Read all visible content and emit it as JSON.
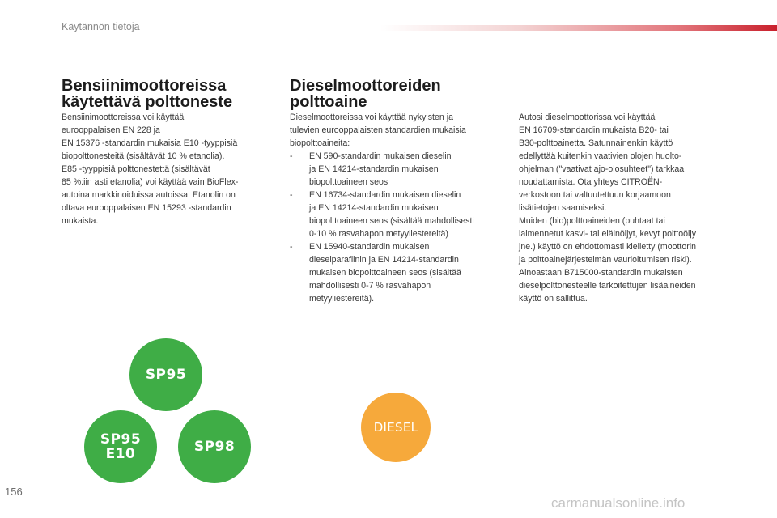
{
  "header": {
    "title": "Käytännön tietoja"
  },
  "petrol": {
    "heading": [
      "Bensiinimoottoreissa",
      "käytettävä polttoneste"
    ],
    "lines": [
      "Bensiinimoottoreissa voi käyttää",
      "eurooppalaisen EN 228 ja",
      "EN 15376 -standardin mukaisia E10 -tyyppisiä",
      "biopolttonesteitä (sisältävät 10 % etanolia).",
      "E85 -tyyppisiä polttonestettä (sisältävät",
      "85 %:iin asti etanolia) voi käyttää vain BioFlex-",
      "autoina markkinoiduissa autoissa. Etanolin on",
      "oltava eurooppalaisen EN 15293 -standardin",
      "mukaista."
    ]
  },
  "diesel": {
    "heading": [
      "Dieselmoottoreiden",
      "polttoaine"
    ],
    "intro": [
      "Dieselmoottoreissa voi käyttää nykyisten ja",
      "tulevien eurooppalaisten standardien mukaisia",
      "biopolttoaineita:"
    ],
    "dash": "-",
    "items": [
      [
        "EN 590-standardin mukaisen dieselin",
        "ja EN 14214-standardin mukaisen",
        "biopolttoaineen seos"
      ],
      [
        "EN 16734-standardin mukaisen dieselin",
        "ja EN 14214-standardin mukaisen",
        "biopolttoaineen seos (sisältää mahdollisesti",
        "0-10 % rasvahapon metyyliestereitä)"
      ],
      [
        "EN 15940-standardin mukaisen",
        "dieselparafiinin ja EN 14214-standardin",
        "mukaisen biopolttoaineen seos (sisältää",
        "mahdollisesti 0-7 % rasvahapon",
        "metyyliestereitä)."
      ]
    ],
    "right_lines": [
      "Autosi dieselmoottorissa voi käyttää",
      "EN 16709-standardin mukaista B20- tai",
      "B30-polttoainetta. Satunnainenkin käyttö",
      "edellyttää kuitenkin vaativien olojen huolto-",
      "ohjelman (\"vaativat ajo-olosuhteet\") tarkkaa",
      "noudattamista. Ota yhteys CITROËN-",
      "verkostoon tai valtuutettuun korjaamoon",
      "lisätietojen saamiseksi.",
      "Muiden (bio)polttoaineiden (puhtaat tai",
      "laimennetut kasvi- tai eläinöljyt, kevyt polttoöljy",
      "jne.) käyttö on ehdottomasti kielletty (moottorin",
      "ja polttoainejärjestelmän vaurioitumisen riski).",
      "Ainoastaan B715000-standardin mukaisten",
      "dieselpolttonesteelle tarkoitettujen lisäaineiden",
      "käyttö on sallittua."
    ]
  },
  "badges": {
    "sp95": "SP95",
    "sp95e10": [
      "SP95",
      "E10"
    ],
    "sp98": "SP98",
    "diesel": "DIESEL",
    "colors": {
      "petrol": "#3fad46",
      "diesel": "#f6a93b"
    }
  },
  "footer": {
    "page_number": "156",
    "watermark": "carmanualsonline.info"
  }
}
